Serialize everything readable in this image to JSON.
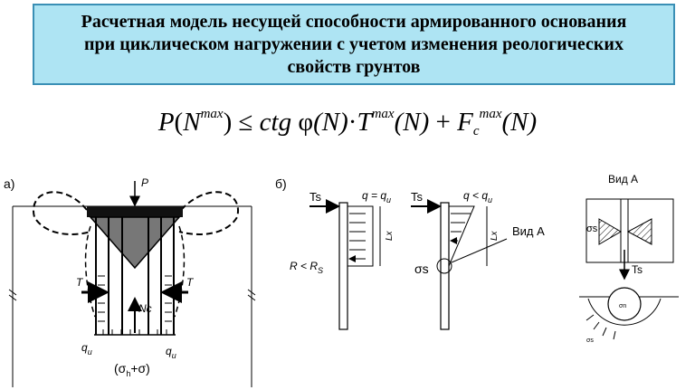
{
  "title": {
    "line1": "Расчетная модель несущей способности армированного основания",
    "line2": "при циклическом нагружении с учетом изменения реологических",
    "line3": "свойств грунтов"
  },
  "formula": {
    "p": "P",
    "lp1": "(",
    "n": "N",
    "max1": "max",
    "rp1": ")",
    "le": " ≤ ",
    "ctg": "ctg ",
    "phi": "φ",
    "argn": "(N)",
    "dot": "·",
    "t": "T",
    "max2": "max",
    "argn2": "(N)",
    "plus": " + ",
    "f": "F",
    "c": "c",
    "max3": "max",
    "argn3": "(N)"
  },
  "panel_a": {
    "label": "а)",
    "p": "P",
    "t_left": "T",
    "t_right": "T",
    "nc": "Nc",
    "qu_left": "q",
    "qu_left_sub": "u",
    "qu_right": "q",
    "qu_right_sub": "u",
    "sigma_sum": "(σ",
    "sigma_sum_tail": "+σ)",
    "sigma_sub": "h"
  },
  "panel_b": {
    "label": "б)",
    "ts1": "Ts",
    "q_eq": "q = q",
    "q_eq_sub": "u",
    "lx1": "Lx",
    "r_cond": "R < R",
    "r_sub": "S",
    "ts2": "Ts",
    "q_lt": "q < q",
    "q_lt_sub": "u",
    "lx2": "Lx",
    "vid_a": "Вид А",
    "sigma_s": "σs"
  },
  "panel_c": {
    "title": "Вид А",
    "sigma_s": "σs",
    "ts": "Ts",
    "sigma_small": "σs",
    "small1": "σn",
    "small2": "σs"
  }
}
